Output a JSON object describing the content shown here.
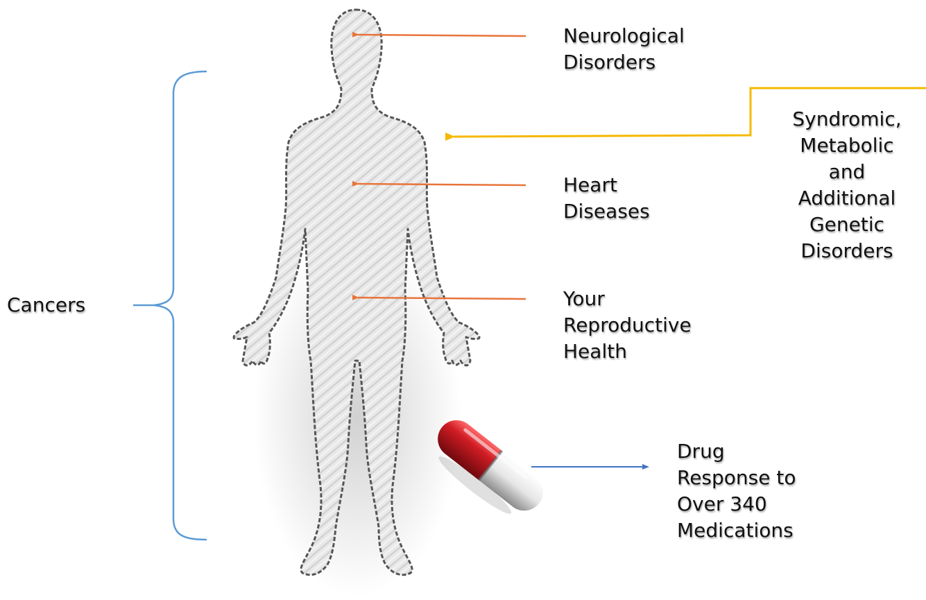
{
  "labels": {
    "neurological": [
      "Neurological",
      "Disorders"
    ],
    "heart": [
      "Heart",
      "Diseases"
    ],
    "reproductive": [
      "Your",
      "Reproductive",
      "Health"
    ],
    "syndromic": [
      "Syndromic,",
      "Metabolic",
      "and",
      "Additional",
      "Genetic",
      "Disorders"
    ],
    "cancers": "Cancers",
    "drug": [
      "Drug",
      "Response to",
      "Over 340",
      "Medications"
    ]
  },
  "colors": {
    "orange_arrow": "#E8743B",
    "yellow_arrow": "#F5B800",
    "blue_bracket": "#5B9BD5",
    "blue_arrow": "#4472C4",
    "pill_red": "#B3121C",
    "silhouette_fill": "#E6E6E6",
    "silhouette_outline": "#555555"
  },
  "icons": {
    "body": "human-silhouette-icon",
    "pill": "capsule-pill-icon"
  }
}
